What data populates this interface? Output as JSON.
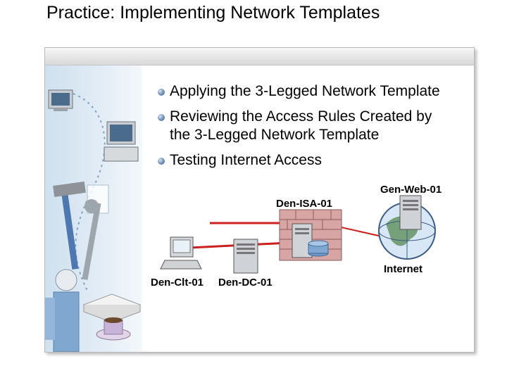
{
  "slide": {
    "title": "Practice: Implementing Network Templates"
  },
  "bullets": [
    {
      "text": "Applying the 3-Legged Network Template"
    },
    {
      "text": "Reviewing the Access Rules Created by the 3-Legged Network Template"
    },
    {
      "text": "Testing Internet Access"
    }
  ],
  "diagram": {
    "labels": {
      "gen_web": "Gen-Web-01",
      "den_isa": "Den-ISA-01",
      "internet": "Internet",
      "den_clt": "Den-Clt-01",
      "den_dc": "Den-DC-01"
    },
    "colors": {
      "link": "#cc1f1f",
      "firewall": "#c98f8f"
    }
  }
}
